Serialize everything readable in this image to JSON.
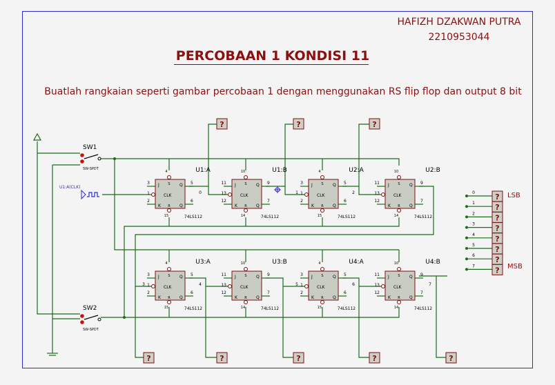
{
  "header": {
    "author_name": "HAFIZH DZAKWAN PUTRA",
    "author_id": "2210953044",
    "title": "PERCOBAAN 1 KONDISI 11",
    "description": "Buatlah rangkaian seperti gambar percobaan 1 dengan menggunakan RS flip flop dan output 8 bit"
  },
  "switches": [
    {
      "ref": "SW1",
      "part": "SW-SPDT"
    },
    {
      "ref": "SW2",
      "part": "SW-SPDT"
    }
  ],
  "clock_source": {
    "label": "U1:A(CLK)"
  },
  "flip_flops": [
    {
      "ref": "U1:A",
      "part": "74LS112",
      "pins": {
        "j": "3",
        "clk": "1",
        "k": "2",
        "s": "4",
        "r": "15",
        "q": "5",
        "qn": "6"
      },
      "pin_in": "",
      "pin_out": "0"
    },
    {
      "ref": "U1:B",
      "part": "74LS112",
      "pins": {
        "j": "11",
        "clk": "13",
        "k": "12",
        "s": "10",
        "r": "14",
        "q": "9",
        "qn": "7"
      },
      "pin_in": "",
      "pin_out": ""
    },
    {
      "ref": "U2:A",
      "part": "74LS112",
      "pins": {
        "j": "3",
        "clk": "1",
        "k": "2",
        "s": "4",
        "r": "15",
        "q": "5",
        "qn": "6"
      },
      "pin_in": "1",
      "pin_out": "2"
    },
    {
      "ref": "U2:B",
      "part": "74LS112",
      "pins": {
        "j": "11",
        "clk": "13",
        "k": "12",
        "s": "10",
        "r": "14",
        "q": "9",
        "qn": "7"
      },
      "pin_in": "",
      "pin_out": ""
    },
    {
      "ref": "U3:A",
      "part": "74LS112",
      "pins": {
        "j": "3",
        "clk": "1",
        "k": "2",
        "s": "4",
        "r": "15",
        "q": "5",
        "qn": "6"
      },
      "pin_in": "3",
      "pin_out": "4"
    },
    {
      "ref": "U3:B",
      "part": "74LS112",
      "pins": {
        "j": "11",
        "clk": "13",
        "k": "12",
        "s": "10",
        "r": "14",
        "q": "9",
        "qn": "7"
      },
      "pin_in": "",
      "pin_out": ""
    },
    {
      "ref": "U4:A",
      "part": "74LS112",
      "pins": {
        "j": "3",
        "clk": "1",
        "k": "2",
        "s": "4",
        "r": "15",
        "q": "5",
        "qn": "6"
      },
      "pin_in": "5",
      "pin_out": "6"
    },
    {
      "ref": "U4:B",
      "part": "74LS112",
      "pins": {
        "j": "11",
        "clk": "13",
        "k": "12",
        "s": "10",
        "r": "14",
        "q": "9",
        "qn": "7"
      },
      "pin_in": "",
      "pin_out": "7"
    }
  ],
  "pin_names": {
    "j": "J",
    "clk": "CLK",
    "k": "K",
    "s": "S",
    "r": "R",
    "q": "Q",
    "qn": "Q"
  },
  "probe_text": "?",
  "output_bus": {
    "bits": [
      "0",
      "1",
      "2",
      "3",
      "4",
      "5",
      "6",
      "7"
    ],
    "lsb_label": "LSB",
    "msb_label": "MSB"
  },
  "colors": {
    "background": "#f4f4f4",
    "frame": "#2b2bd0",
    "wire": "#1a6b1a",
    "component_fill": "#c9ccc3",
    "component_stroke": "#7a1010",
    "text": "#8a1010",
    "pin_text": "#000000",
    "probe_fill": "#cfcfc8",
    "switch_red": "#cc1111"
  }
}
